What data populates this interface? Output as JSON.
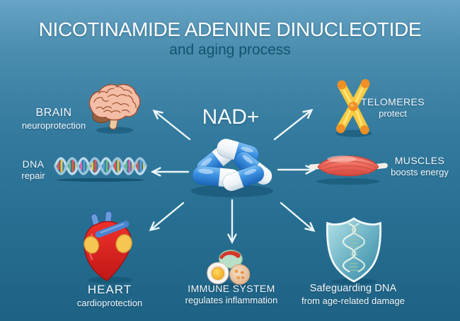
{
  "header": {
    "title": "NICOTINAMIDE ADENINE DINUCLEOTIDE",
    "subtitle": "and aging process"
  },
  "center": {
    "label": "NAD+"
  },
  "items": [
    {
      "id": "brain",
      "label": "BRAIN",
      "sublabel": "neuroprotection"
    },
    {
      "id": "telomeres",
      "label": "TELOMERES",
      "sublabel": "protect"
    },
    {
      "id": "dna",
      "label": "DNA",
      "sublabel": "repair"
    },
    {
      "id": "muscles",
      "label": "MUSCLES",
      "sublabel": "boosts energy"
    },
    {
      "id": "heart",
      "label": "HEART",
      "sublabel": "cardioprotection"
    },
    {
      "id": "immune",
      "label": "IMMUNE SYSTEM",
      "sublabel": "regulates inflammation"
    },
    {
      "id": "shield",
      "label": "Safeguarding DNA",
      "sublabel": "from age-related damage"
    }
  ],
  "colors": {
    "bg_top": "#67a4c5",
    "bg_bottom": "#1e6284",
    "title_text": "#fdfefe",
    "subtitle_text": "#14536e",
    "label_text": "#f3f8fb",
    "arrow": "#edf6fa",
    "pill_blue": "#3f93e4",
    "chromosome_yellow": "#f7c93e",
    "telomere_orange": "#ef8f25",
    "muscle_red": "#ee6a5c",
    "heart_red": "#d81f1a",
    "atria_yellow": "#f6c653",
    "brain_pink": "#f4bda6",
    "shield_teal": "#58a7bd",
    "dna_strand_blue": "#b9dcec"
  }
}
